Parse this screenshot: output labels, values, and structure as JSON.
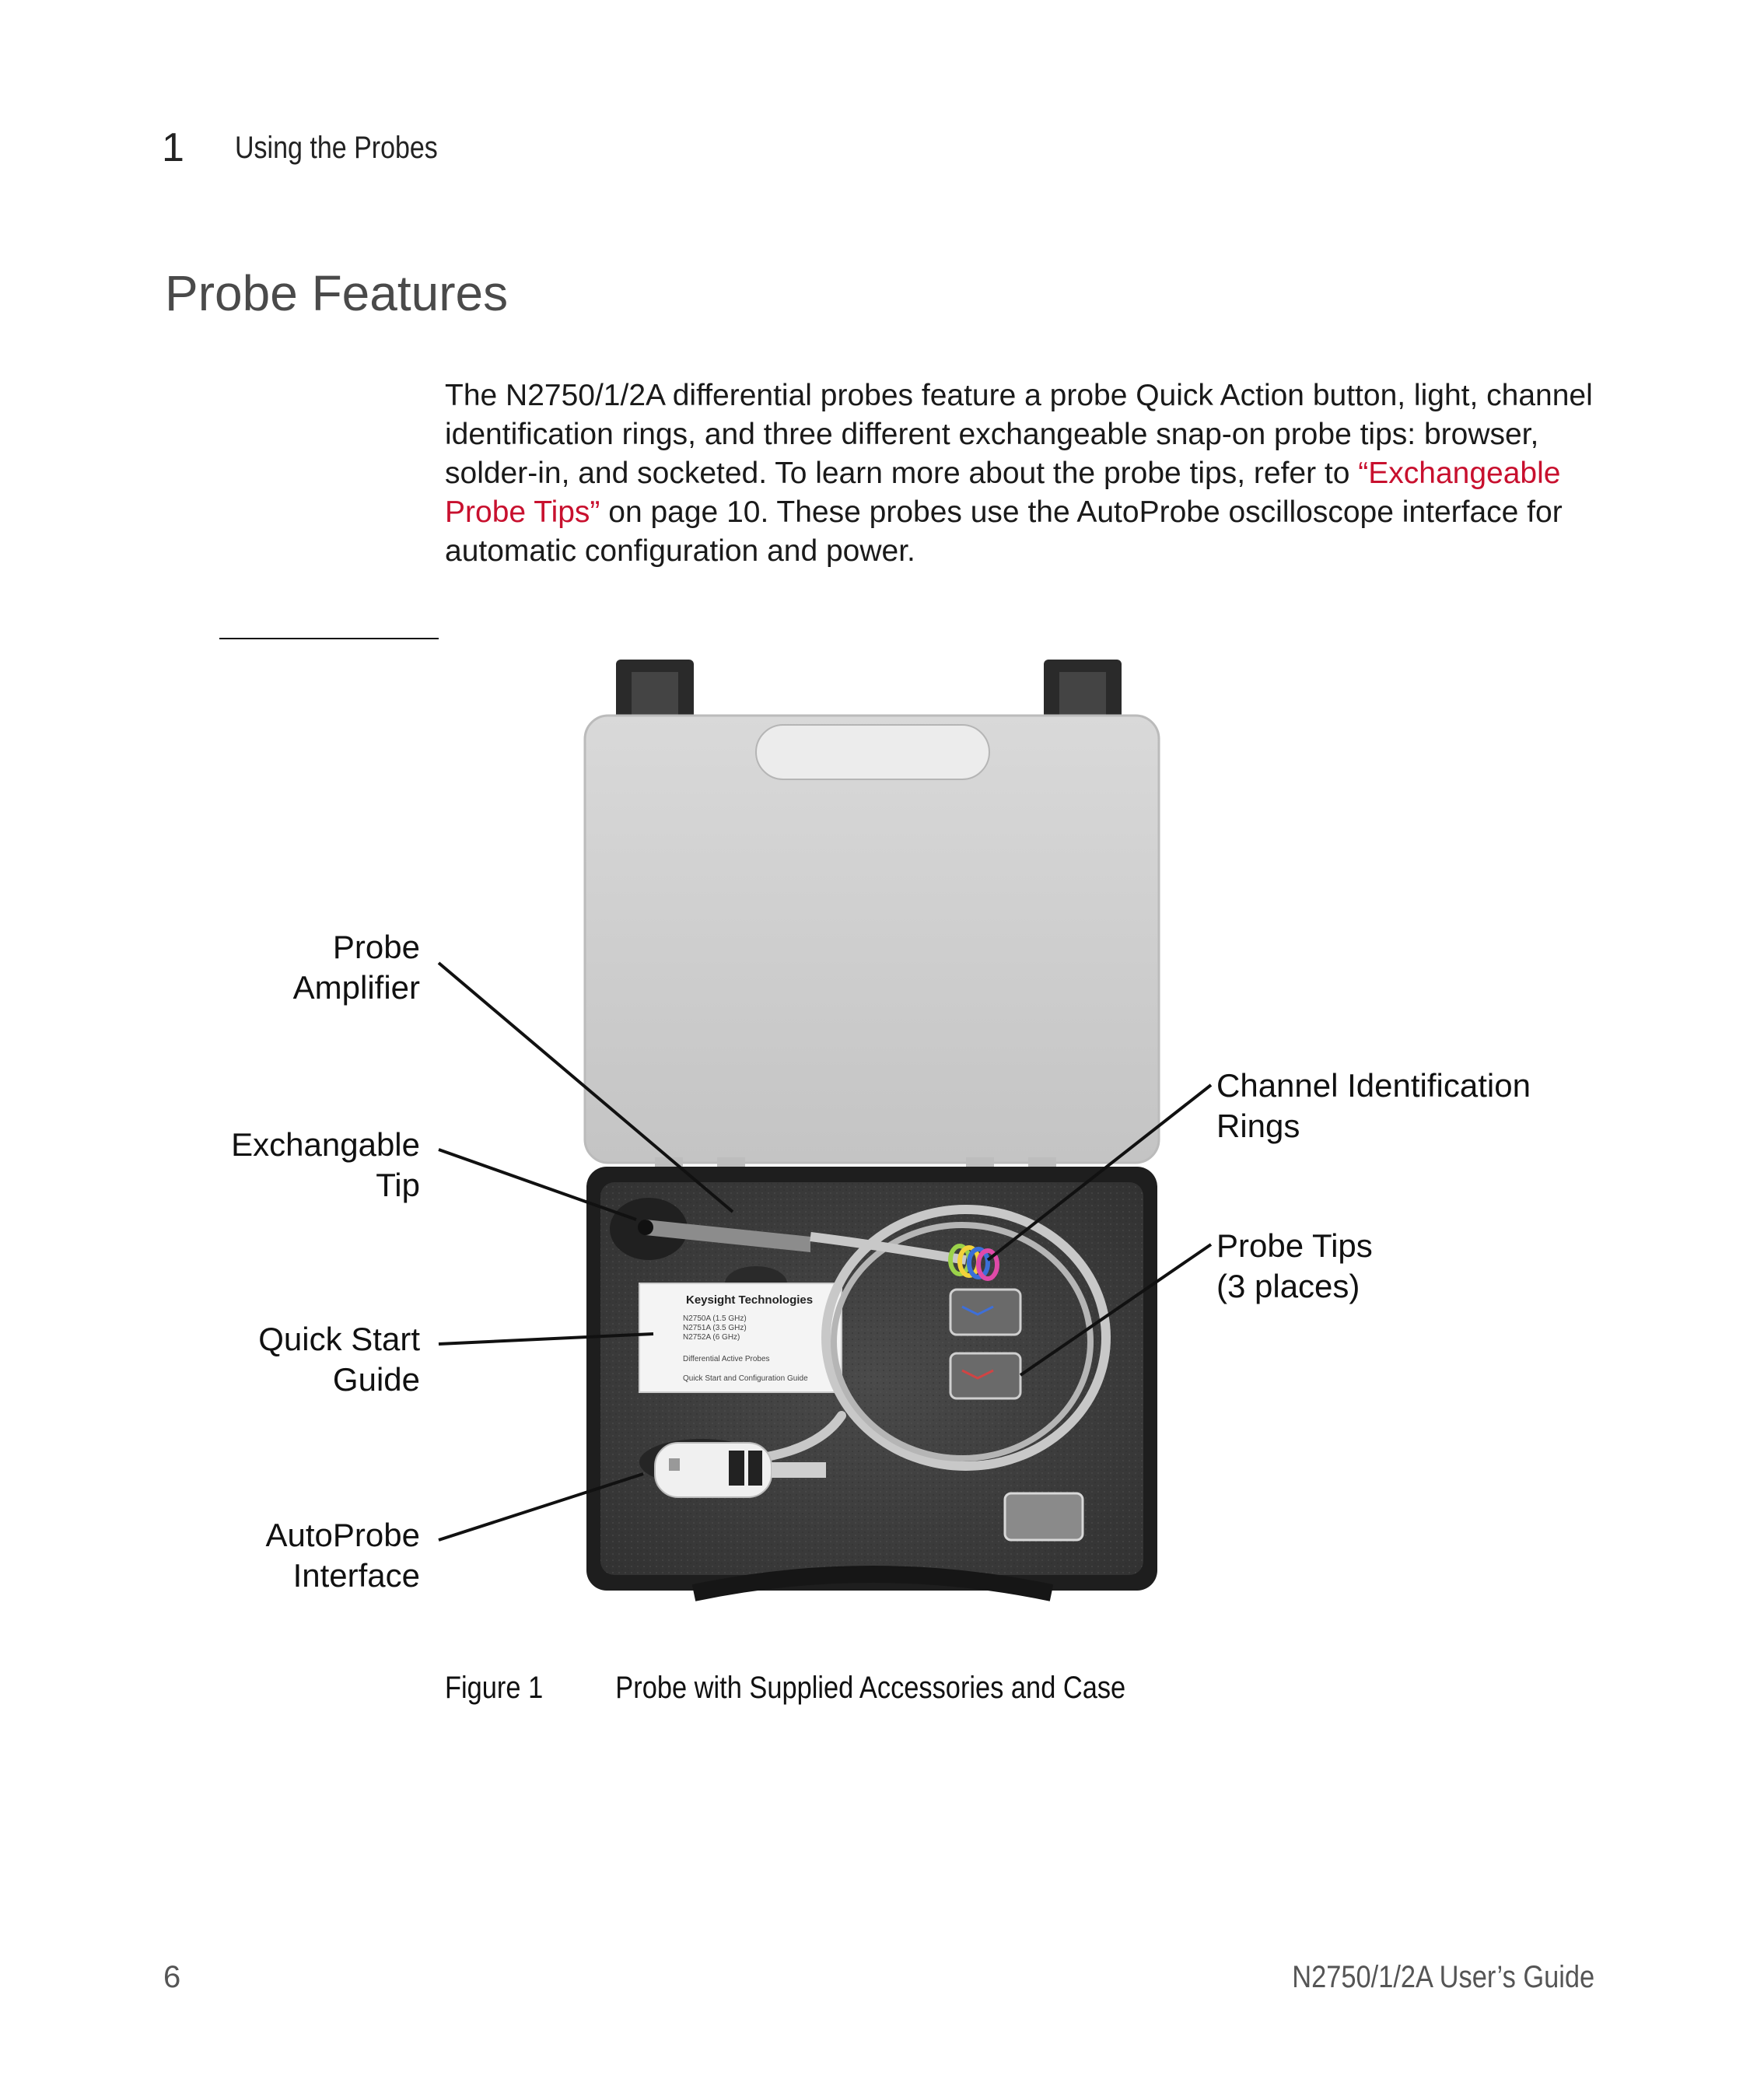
{
  "header": {
    "chapter_number": "1",
    "chapter_title": "Using the Probes"
  },
  "section": {
    "title": "Probe Features"
  },
  "intro": {
    "text_before": "The N2750/1/2A differential probes feature a probe Quick Action button, light, channel identification rings, and three different exchangeable snap-on probe tips: browser, solder-in, and socketed. To learn more about the probe tips, refer to ",
    "link_text": "“Exchangeable Probe Tips”",
    "text_after": " on page 10. These probes use the AutoProbe oscilloscope interface for automatic configuration and power."
  },
  "figure": {
    "callouts": {
      "probe_amplifier": [
        "Probe",
        "Amplifier"
      ],
      "exchangable_tip": [
        "Exchangable",
        "Tip"
      ],
      "quick_start_guide": [
        "Quick Start",
        "Guide"
      ],
      "autoprobe_interface": [
        "AutoProbe",
        "Interface"
      ],
      "channel_identification_rings": [
        "Channel Identification",
        "Rings"
      ],
      "probe_tips": [
        "Probe Tips",
        "(3 places)"
      ]
    },
    "guide_card": {
      "brand": "Keysight Technologies",
      "models": [
        "N2750A (1.5 GHz)",
        "N2751A (3.5 GHz)",
        "N2752A (6 GHz)"
      ],
      "product": "Differential Active Probes",
      "subtitle": "Quick Start and Configuration Guide"
    },
    "caption_label": "Figure 1",
    "caption_text": "Probe with Supplied Accessories and Case"
  },
  "footer": {
    "page_number": "6",
    "guide_title": "N2750/1/2A User’s Guide"
  },
  "colors": {
    "link": "#c8102e",
    "section_title": "#4a4a4a"
  }
}
